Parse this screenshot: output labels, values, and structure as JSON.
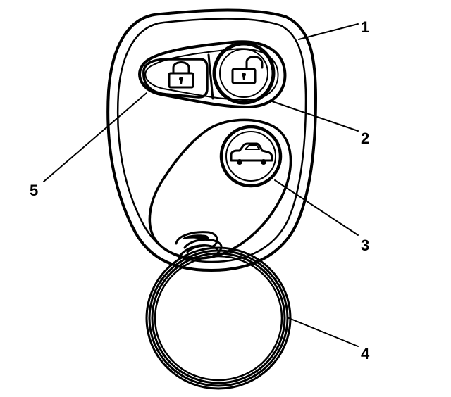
{
  "diagram": {
    "callouts": [
      {
        "id": "1",
        "label": "1",
        "part": "key-fob-housing"
      },
      {
        "id": "2",
        "label": "2",
        "part": "unlock-button"
      },
      {
        "id": "3",
        "label": "3",
        "part": "trunk-release-button"
      },
      {
        "id": "4",
        "label": "4",
        "part": "key-ring"
      },
      {
        "id": "5",
        "label": "5",
        "part": "lock-button"
      }
    ],
    "icons": {
      "lock_button_icon": "padlock-closed-icon",
      "unlock_button_icon": "padlock-open-icon",
      "trunk_button_icon": "car-trunk-icon"
    },
    "colors": {
      "ink": "#000000",
      "paper": "#ffffff"
    }
  }
}
